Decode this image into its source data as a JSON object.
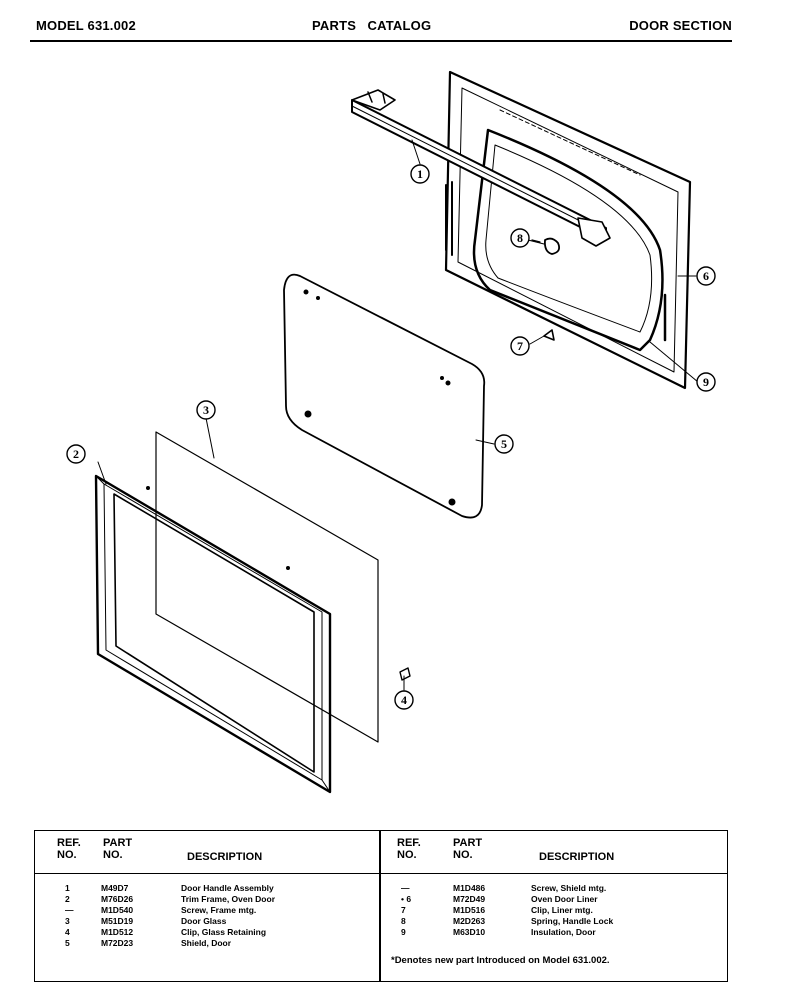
{
  "header": {
    "model": "MODEL 631.002",
    "catalog": "PARTS   CATALOG",
    "section": "DOOR SECTION"
  },
  "callouts": [
    "1",
    "2",
    "3",
    "4",
    "5",
    "6",
    "7",
    "8",
    "9"
  ],
  "table": {
    "headers": {
      "ref_line1": "REF.",
      "ref_line2": "NO.",
      "part_line1": "PART",
      "part_line2": "NO.",
      "description": "DESCRIPTION"
    },
    "left_rows": [
      {
        "ref": "1",
        "part": "M49D7",
        "desc": "Door Handle Assembly"
      },
      {
        "ref": "2",
        "part": "M76D26",
        "desc": "Trim Frame, Oven Door"
      },
      {
        "ref": "—",
        "part": "M1D540",
        "desc": "Screw, Frame mtg."
      },
      {
        "ref": "3",
        "part": "M51D19",
        "desc": "Door Glass"
      },
      {
        "ref": "4",
        "part": "M1D512",
        "desc": "Clip, Glass Retaining"
      },
      {
        "ref": "5",
        "part": "M72D23",
        "desc": "Shield, Door"
      }
    ],
    "right_rows": [
      {
        "ref": "—",
        "part": "M1D486",
        "desc": "Screw, Shield mtg."
      },
      {
        "ref": "• 6",
        "part": "M72D49",
        "desc": "Oven Door Liner"
      },
      {
        "ref": "7",
        "part": "M1D516",
        "desc": "Clip, Liner mtg."
      },
      {
        "ref": "8",
        "part": "M2D263",
        "desc": "Spring, Handle Lock"
      },
      {
        "ref": "9",
        "part": "M63D10",
        "desc": "Insulation, Door"
      }
    ],
    "note": "*Denotes new part  Introduced on Model 631.002."
  }
}
